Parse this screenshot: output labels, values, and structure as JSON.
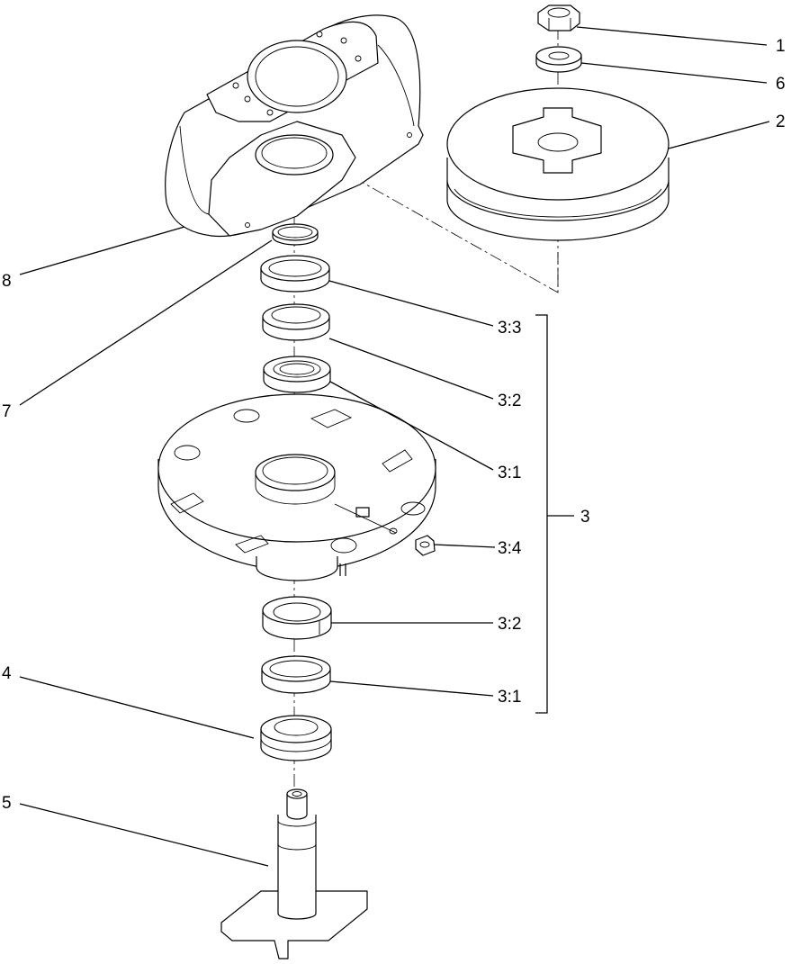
{
  "callouts": {
    "c1": "1",
    "c2": "2",
    "c3": "3",
    "c3_1_upper": "3:1",
    "c3_1_lower": "3:1",
    "c3_2_upper": "3:2",
    "c3_2_lower": "3:2",
    "c3_3": "3:3",
    "c3_4": "3:4",
    "c4": "4",
    "c5": "5",
    "c6": "6",
    "c7": "7",
    "c8": "8"
  }
}
